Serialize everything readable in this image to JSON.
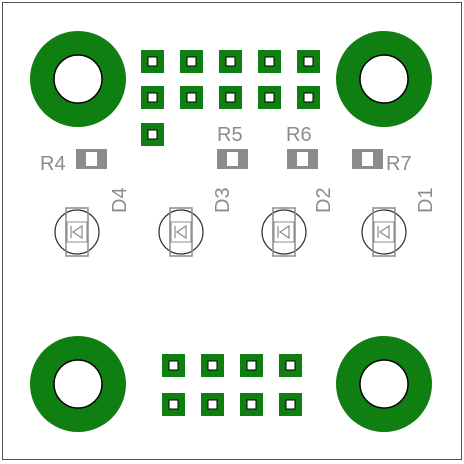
{
  "colors": {
    "copper": "#0f7f12",
    "silkscreen": "#8c8c8c",
    "board_outline": "#555555",
    "hole": "#ffffff",
    "background": "#ffffff"
  },
  "resistors": [
    {
      "ref": "R4"
    },
    {
      "ref": "R5"
    },
    {
      "ref": "R6"
    },
    {
      "ref": "R7"
    }
  ],
  "diodes": [
    {
      "ref": "D4"
    },
    {
      "ref": "D3"
    },
    {
      "ref": "D2"
    },
    {
      "ref": "D1"
    }
  ]
}
